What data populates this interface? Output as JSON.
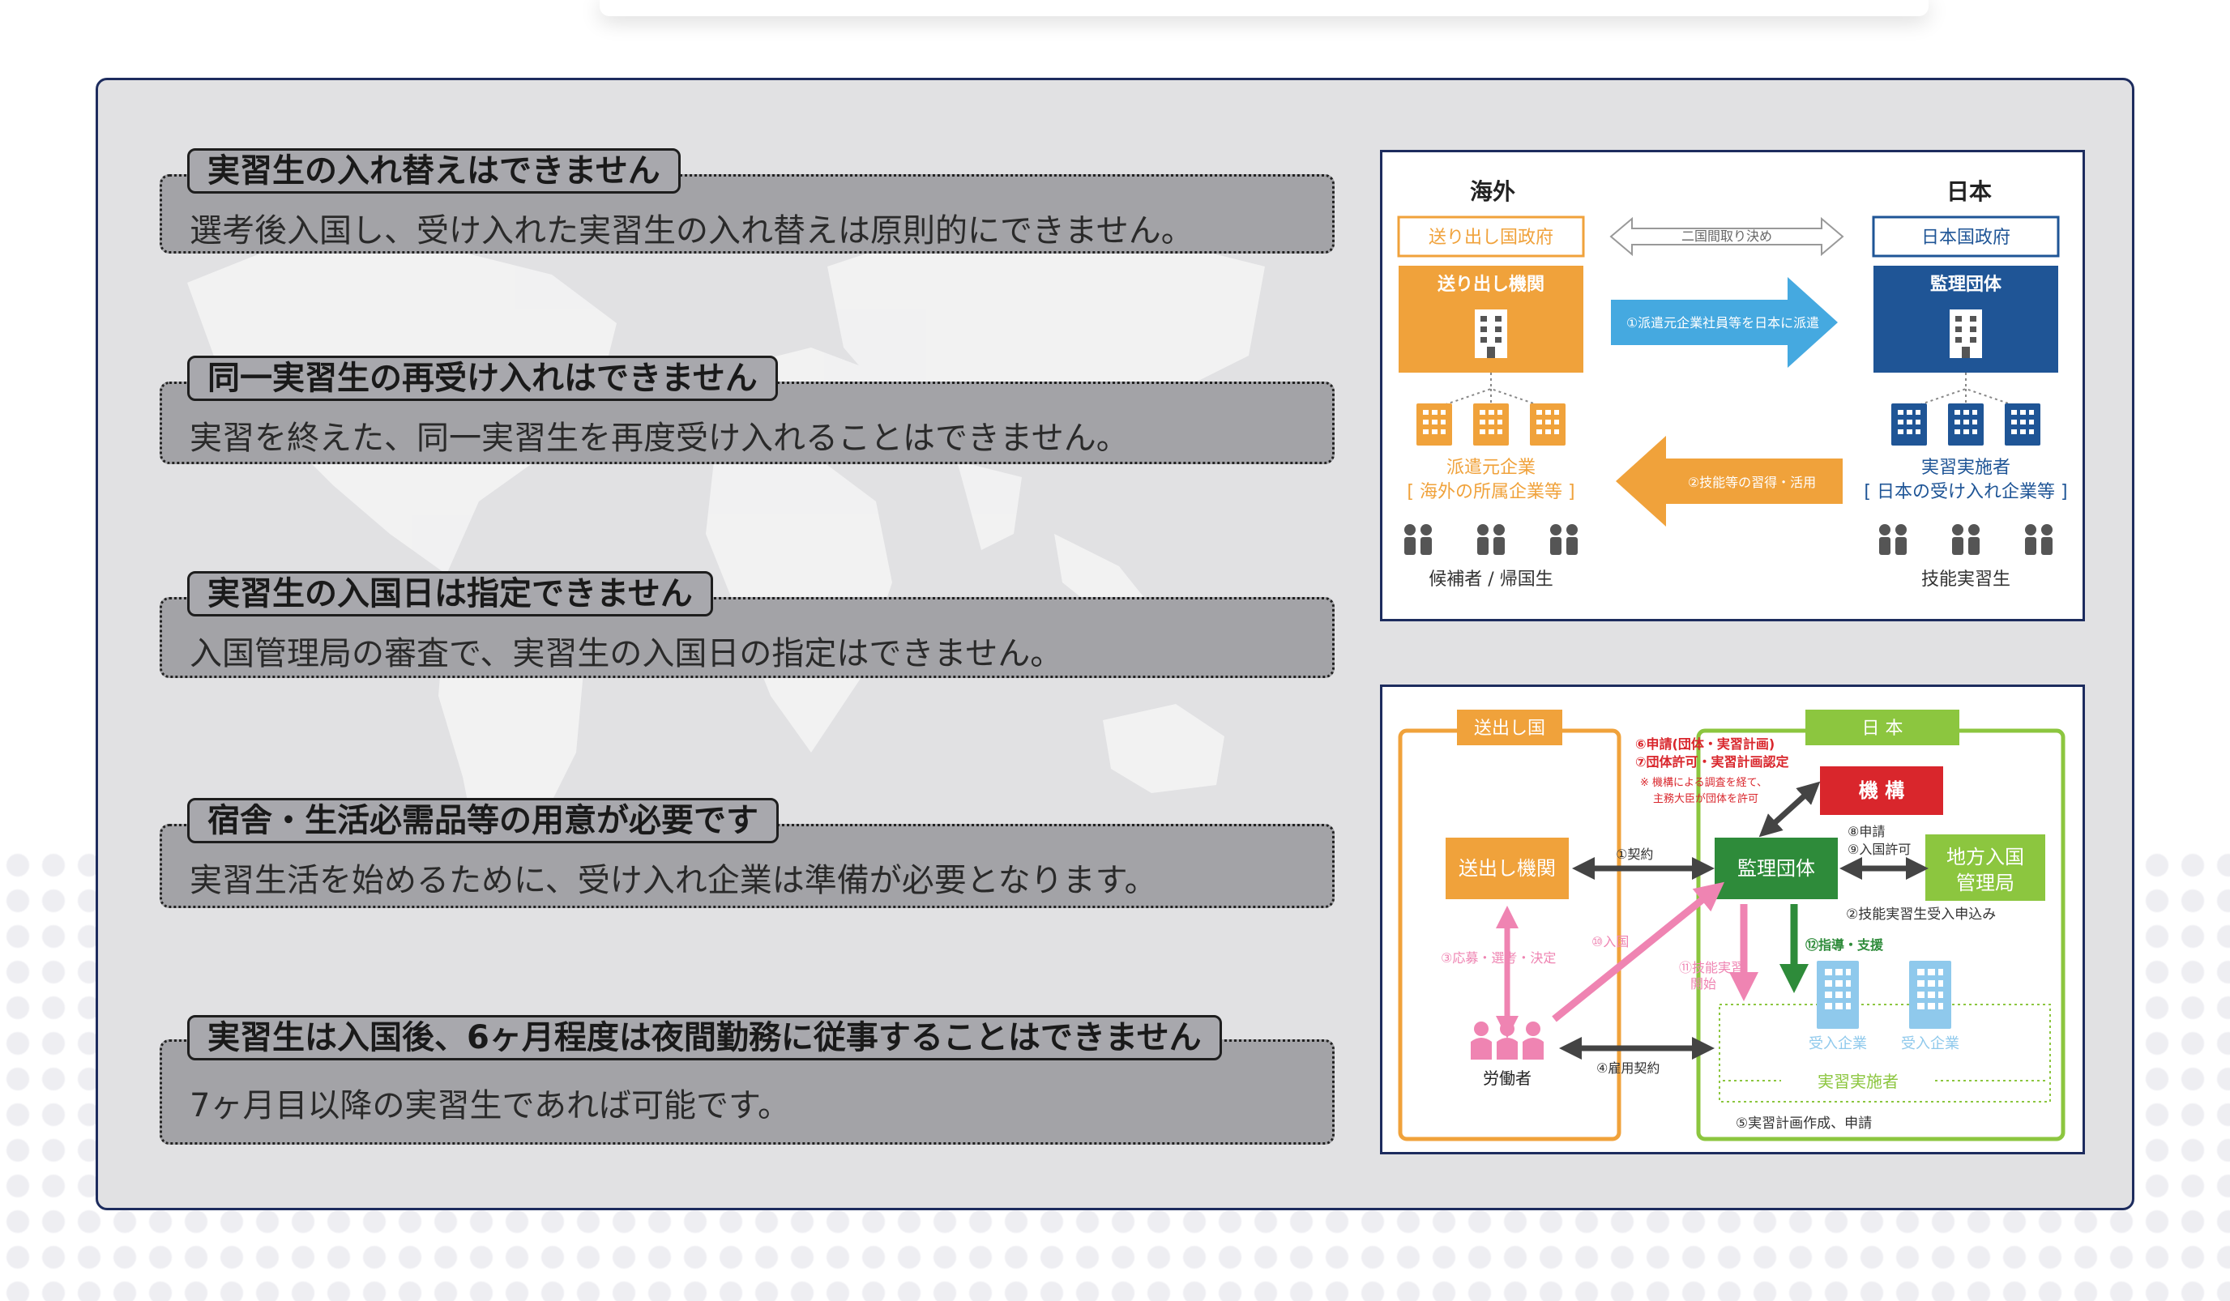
{
  "notes": [
    {
      "title": "実習生の入れ替えはできません",
      "desc": "選考後入国し、受け入れた実習生の入れ替えは原則的にできません。"
    },
    {
      "title": "同一実習生の再受け入れはできません",
      "desc": "実習を終えた、同一実習生を再度受け入れることはできません。"
    },
    {
      "title": "実習生の入国日は指定できません",
      "desc": "入国管理局の審査で、実習生の入国日の指定はできません。"
    },
    {
      "title": "宿舎・生活必需品等の用意が必要です",
      "desc": "実習生活を始めるために、受け入れ企業は準備が必要となります。"
    },
    {
      "title": "実習生は入国後、6ヶ月程度は夜間勤務に従事することはできません",
      "desc": "7ヶ月目以降の実習生であれば可能です。"
    }
  ],
  "fig1": {
    "left_heading": "海外",
    "right_heading": "日本",
    "left_gov": "送り出し国政府",
    "right_gov": "日本国政府",
    "agreement": "二国間取り決め",
    "left_org": "送り出し機関",
    "right_org": "監理団体",
    "arrow1": "①派遣元企業社員等を日本に派遣",
    "arrow2": "②技能等の習得・活用",
    "left_company": "派遣元企業",
    "left_company_sub": "[ 海外の所属企業等 ]",
    "right_company": "実習実施者",
    "right_company_sub": "[ 日本の受け入れ企業等 ]",
    "left_people": "候補者 / 帰国生",
    "right_people": "技能実習生",
    "colors": {
      "orange": "#f0a23b",
      "navy": "#1f5596",
      "lightblue": "#45a9e0"
    }
  },
  "fig2": {
    "left_header": "送出し国",
    "right_header": "日 本",
    "sender": "送出し機関",
    "kanri": "監理団体",
    "kikou": "機 構",
    "immig_1": "地方入国",
    "immig_2": "管理局",
    "worker": "労働者",
    "company_a": "受入企業",
    "company_b": "受入企業",
    "jisshi": "実習実施者",
    "l1": "①契約",
    "l2": "②技能実習生受入申込み",
    "l3": "③応募・選考・決定",
    "l4": "④雇用契約",
    "l5": "⑤実習計画作成、申請",
    "l6": "⑥申請(団体・実習計画)",
    "l7": "⑦団体許可・実習計画認定",
    "l7_note_1": "※ 機構による調査を経て、",
    "l7_note_2": "主務大臣が団体を許可",
    "l8": "⑧申請",
    "l9": "⑨入国許可",
    "l10": "⑩入国",
    "l11_1": "⑪技能実習",
    "l11_2": "開始",
    "l12": "⑫指導・支援",
    "colors": {
      "orange": "#f0a23b",
      "green": "#8cc63f",
      "darkgreen": "#2e8b3a",
      "red": "#d9262c",
      "pink": "#ef84b2",
      "sky": "#8fc9ec"
    }
  }
}
